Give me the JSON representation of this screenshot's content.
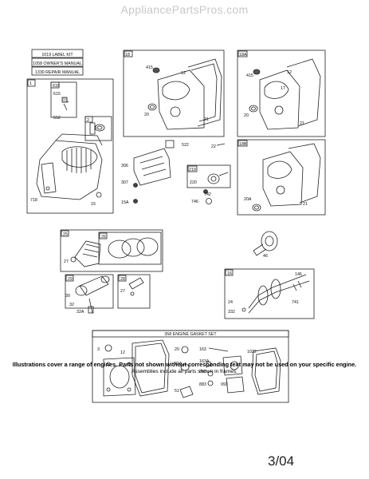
{
  "site": {
    "name": "AppliancePartsPros.com"
  },
  "manual_box": {
    "items": [
      "1019 LABEL KIT",
      "1058 OWNER'S MANUAL",
      "1330 REPAIR MANUAL"
    ]
  },
  "boxes": {
    "b1": "1",
    "b616": "616",
    "b2": "2",
    "b18": "18",
    "b18a": "18A",
    "b18b": "18B",
    "b219": "219",
    "b25": "25",
    "b26": "26",
    "b29": "29",
    "b28": "28",
    "b16": "16",
    "b358": "358 ENGINE GASKET SET"
  },
  "labels": {
    "l615": "615",
    "l552": "552",
    "l3a": "3",
    "l718": "718",
    "l15": "15",
    "l415a": "415",
    "l12a": "12",
    "l20a": "20",
    "l21a": "21",
    "l415b": "415",
    "l12b": "12",
    "l17": "17",
    "l20b": "20",
    "l21b": "21",
    "l522": "522",
    "l22": "22",
    "l306": "306",
    "l307": "307",
    "l15a": "15A",
    "l220": "220",
    "l742": "742",
    "l746": "746",
    "l20A": "20A",
    "l21c": "21",
    "l27a": "27",
    "l46": "46",
    "l30": "30",
    "l32": "32",
    "l32a": "32A",
    "l27b": "27",
    "l146": "146",
    "l741": "741",
    "l24": "24",
    "l332": "332",
    "g3": "3",
    "g12": "12",
    "g20": "20",
    "g20a": "20A",
    "g51": "51",
    "g163": "163",
    "g163a": "163A",
    "g868": "868",
    "g883": "883",
    "g993": "993",
    "g1022": "1022"
  },
  "footer": {
    "note": "Illustrations cover a range of engines. Parts not shown without corresponding text may not be used on your specific engine.",
    "sub": "Assemblies include all parts shown in frames.",
    "page_code": "3/04"
  }
}
